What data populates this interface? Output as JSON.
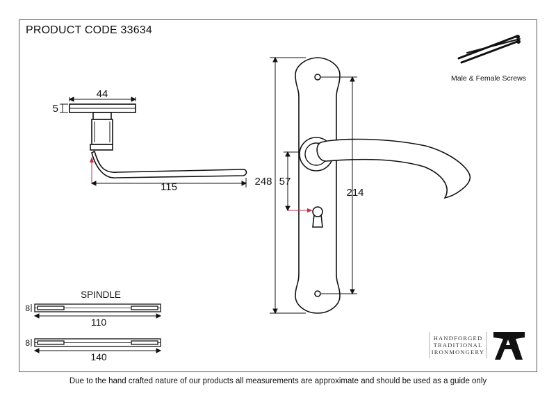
{
  "product_code": "PRODUCT CODE 33634",
  "screws_label": "Male & Female Screws",
  "dimensions": {
    "rose_width": "44",
    "rose_height": "5",
    "lever_length": "115",
    "plate_height": "248",
    "centres": "57",
    "fixing_centres": "214"
  },
  "spindle": {
    "title": "SPINDLE",
    "items": [
      {
        "size": "8",
        "length": "110"
      },
      {
        "size": "8",
        "length": "140"
      }
    ]
  },
  "logo": {
    "lines": [
      "HANDFORGED",
      "TRADITIONAL",
      "IRONMONGERY"
    ]
  },
  "disclaimer": "Due to the hand crafted nature of our products all measurements are approximate and should be used as a guide only",
  "colors": {
    "line": "#111111",
    "marker": "#c0304a"
  }
}
